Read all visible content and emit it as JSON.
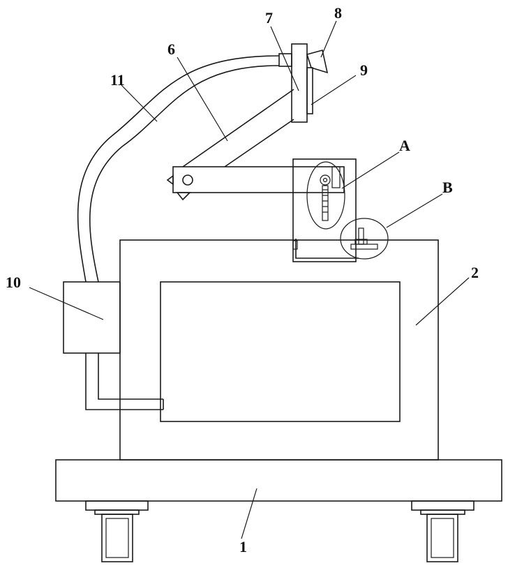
{
  "labels": {
    "base": "1",
    "cabinet": "2",
    "arm": "6",
    "mount": "7",
    "nozzle": "8",
    "plate": "9",
    "box": "10",
    "hose": "11",
    "detail_a": "A",
    "detail_b": "B"
  }
}
